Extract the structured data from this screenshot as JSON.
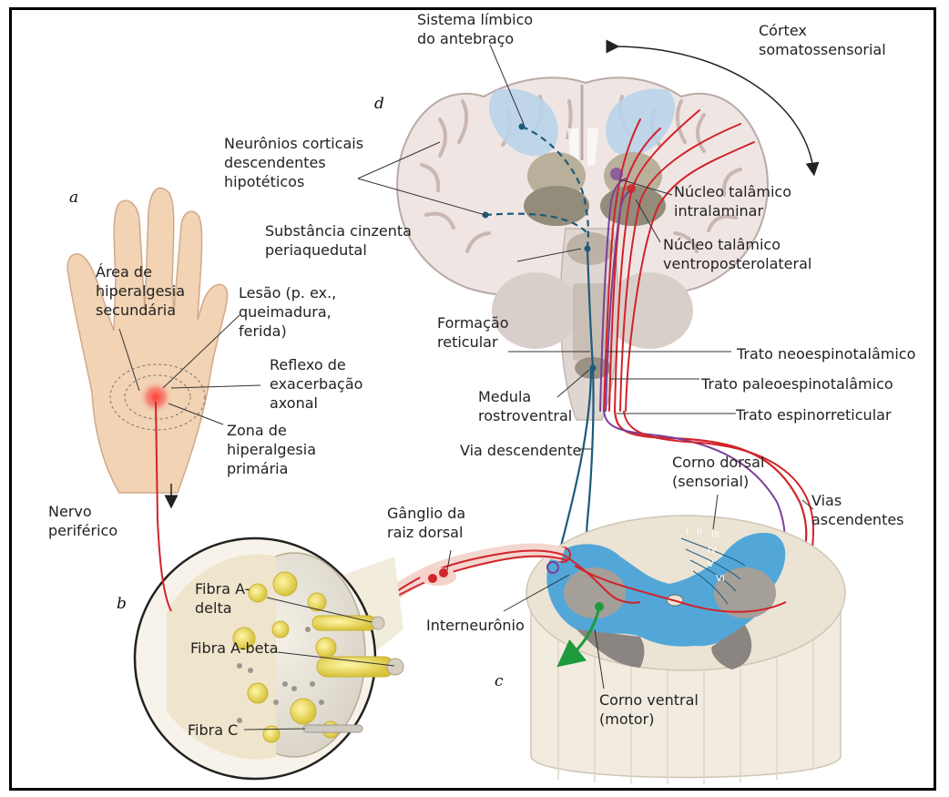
{
  "panels": {
    "a": "a",
    "b": "b",
    "c": "c",
    "d": "d"
  },
  "labels": {
    "limbico": "Sistema límbico\ndo antebraço",
    "cortex": "Córtex\nsomatossensorial",
    "corticais": "Neurônios corticais\ndescendentes\nhipotéticos",
    "intralaminar": "Núcleo talâmico\nintralaminar",
    "ventropost": "Núcleo talâmico\nventroposterolateral",
    "cinzenta": "Substância cinzenta\nperiaquedutal",
    "area_sec": "Área de\nhiperalgesia\nsecundária",
    "lesao": "Lesão (p. ex.,\nqueimadura,\nferida)",
    "formacao": "Formação\nreticular",
    "neo": "Trato neoespinotalâmico",
    "paleo": "Trato paleoespinotalâmico",
    "espinorret": "Trato espinorreticular",
    "reflexo": "Reflexo de\nexacerbação\naxonal",
    "medula": "Medula\nrostroventral",
    "zona": "Zona de\nhiperalgesia\nprimária",
    "via_desc": "Via descendente",
    "corno_dorsal": "Corno dorsal\n(sensorial)",
    "nervo": "Nervo\nperiférico",
    "ganglio": "Gânglio da\nraiz dorsal",
    "vias_asc": "Vias\nascendentes",
    "fibra_ad": "Fibra A-\ndelta",
    "fibra_ab": "Fibra A-beta",
    "fibra_c": "Fibra C",
    "interneuronio": "Interneurônio",
    "corno_ventral": "Corno ventral\n(motor)",
    "laminas": [
      "I",
      "II",
      "III",
      "IV",
      "V",
      "VI"
    ]
  },
  "colors": {
    "red_pathway": "#d2232a",
    "purple_pathway": "#7b3f99",
    "descending_blue": "#1d5a7a",
    "gray_matter_blue": "#4aa3d8",
    "skin": "#f2d3b3",
    "brain_tissue": "#efe8e4"
  }
}
